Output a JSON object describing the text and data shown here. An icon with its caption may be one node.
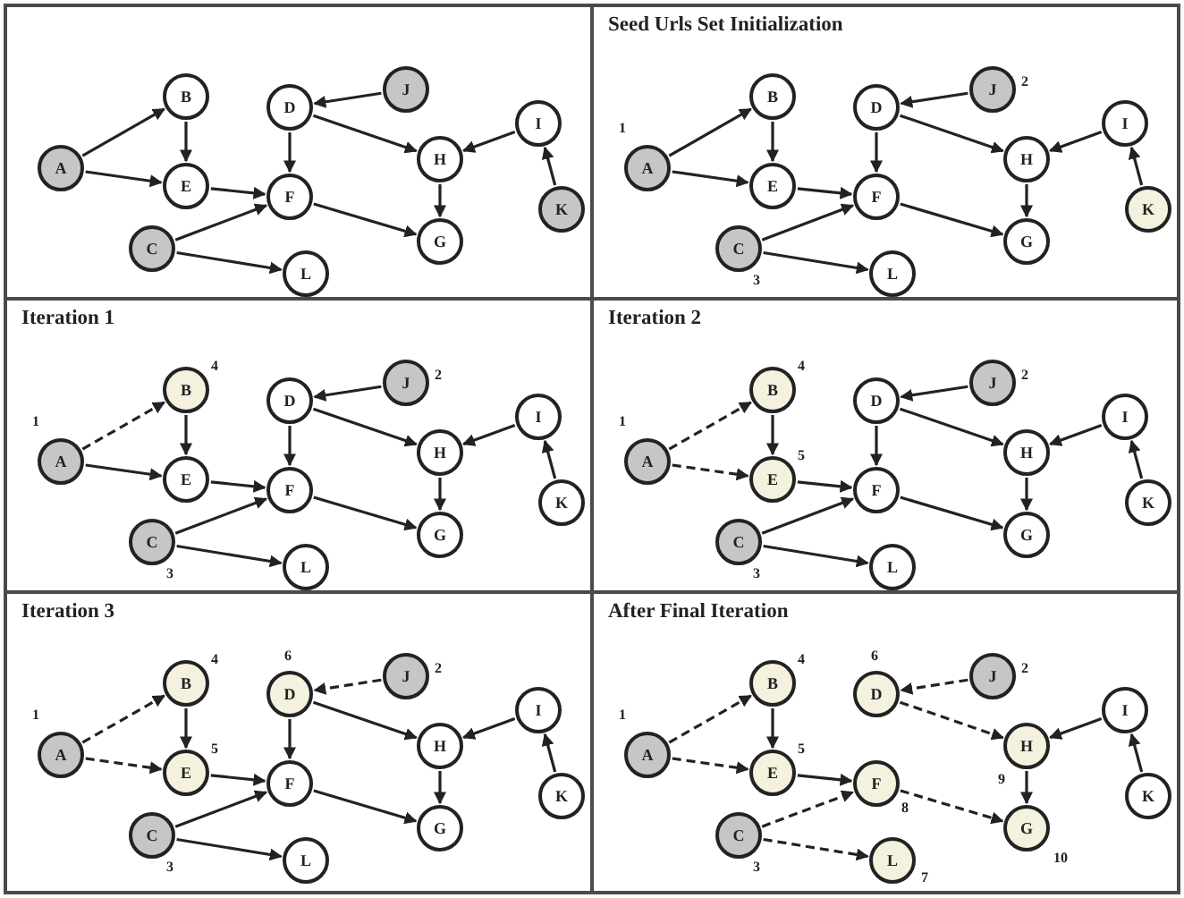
{
  "diagram": {
    "nodes": [
      {
        "text": [],
        "shape": "box"
      },
      {
        "text": [
          "A"
        ],
        "in": 0
      },
      {
        "text": [
          "B"
        ],
        "in": 0
      },
      {
        "text": [
          "C"
        ],
        "in": 0
      },
      {
        "text": [
          "D"
        ],
        "in": 0
      },
      {
        "text": [
          "E"
        ],
        "in": 0
      },
      {
        "text": [
          "F"
        ],
        "in": 0
      },
      {
        "text": [
          "G"
        ],
        "in": 0
      },
      {
        "text": [
          "H"
        ],
        "in": 0
      },
      {
        "text": [
          "I"
        ],
        "in": 0
      },
      {
        "text": [
          "J"
        ],
        "in": 0
      },
      {
        "text": [
          "K"
        ],
        "in": 0
      },
      {
        "text": [
          "L"
        ],
        "in": 0
      },
      {
        "text": [
          "Seed Urls Set Initialization"
        ]
      },
      {
        "text": [
          "A"
        ],
        "in": 13,
        "beside": [
          "1"
        ]
      },
      {
        "text": [
          "B"
        ],
        "in": 13
      },
      {
        "text": [
          "C"
        ],
        "in": 13,
        "beside": [
          "3"
        ]
      },
      {
        "text": [
          "D"
        ],
        "in": 13
      },
      {
        "text": [
          "E"
        ],
        "in": 13
      },
      {
        "text": [
          "F"
        ],
        "in": 13
      },
      {
        "text": [
          "G"
        ],
        "in": 13
      },
      {
        "text": [
          "H"
        ],
        "in": 13
      },
      {
        "text": [
          "I"
        ],
        "in": 13
      },
      {
        "text": [
          "J"
        ],
        "in": 13,
        "beside": [
          "2"
        ]
      },
      {
        "text": [
          "K"
        ],
        "in": 13
      },
      {
        "text": [
          "L"
        ],
        "in": 13
      },
      {
        "text": [
          "Iteration 1"
        ]
      },
      {
        "text": [
          "A"
        ],
        "in": 26,
        "beside": [
          "1"
        ]
      },
      {
        "text": [
          "B"
        ],
        "in": 26,
        "beside": [
          "4"
        ]
      },
      {
        "text": [
          "C"
        ],
        "in": 26,
        "beside": [
          "3"
        ]
      },
      {
        "text": [
          "D"
        ],
        "in": 26
      },
      {
        "text": [
          "E"
        ],
        "in": 26
      },
      {
        "text": [
          "F"
        ],
        "in": 26
      },
      {
        "text": [
          "G"
        ],
        "in": 26
      },
      {
        "text": [
          "H"
        ],
        "in": 26
      },
      {
        "text": [
          "I"
        ],
        "in": 26
      },
      {
        "text": [
          "J"
        ],
        "in": 26,
        "beside": [
          "2"
        ]
      },
      {
        "text": [
          "K"
        ],
        "in": 26
      },
      {
        "text": [
          "L"
        ],
        "in": 26
      },
      {
        "text": [
          "Iteration 2"
        ]
      },
      {
        "text": [
          "A"
        ],
        "in": 39,
        "beside": [
          "1"
        ]
      },
      {
        "text": [
          "B"
        ],
        "in": 39,
        "beside": [
          "4"
        ]
      },
      {
        "text": [
          "C"
        ],
        "in": 39,
        "beside": [
          "3"
        ]
      },
      {
        "text": [
          "D"
        ],
        "in": 39
      },
      {
        "text": [
          "E"
        ],
        "in": 39,
        "beside": [
          "5"
        ]
      },
      {
        "text": [
          "F"
        ],
        "in": 39
      },
      {
        "text": [
          "G"
        ],
        "in": 39
      },
      {
        "text": [
          "H"
        ],
        "in": 39
      },
      {
        "text": [
          "I"
        ],
        "in": 39
      },
      {
        "text": [
          "J"
        ],
        "in": 39,
        "beside": [
          "2"
        ]
      },
      {
        "text": [
          "K"
        ],
        "in": 39
      },
      {
        "text": [
          "L"
        ],
        "in": 39
      },
      {
        "text": [
          "Iteration 3"
        ]
      },
      {
        "text": [
          "A"
        ],
        "in": 52,
        "beside": [
          "1"
        ]
      },
      {
        "text": [
          "B"
        ],
        "in": 52,
        "beside": [
          "4"
        ]
      },
      {
        "text": [
          "C"
        ],
        "in": 52,
        "beside": [
          "3"
        ]
      },
      {
        "text": [
          "D"
        ],
        "in": 52,
        "beside": [
          "6"
        ]
      },
      {
        "text": [
          "E"
        ],
        "in": 52,
        "beside": [
          "5"
        ]
      },
      {
        "text": [
          "F"
        ],
        "in": 52
      },
      {
        "text": [
          "G"
        ],
        "in": 52
      },
      {
        "text": [
          "H"
        ],
        "in": 52
      },
      {
        "text": [
          "I"
        ],
        "in": 52
      },
      {
        "text": [
          "J"
        ],
        "in": 52,
        "beside": [
          "2"
        ]
      },
      {
        "text": [
          "K"
        ],
        "in": 52
      },
      {
        "text": [
          "L"
        ],
        "in": 52
      },
      {
        "text": [
          "After Final Iteration"
        ]
      },
      {
        "text": [
          "A"
        ],
        "in": 65,
        "beside": [
          "1"
        ]
      },
      {
        "text": [
          "B"
        ],
        "in": 65,
        "beside": [
          "4"
        ]
      },
      {
        "text": [
          "C"
        ],
        "in": 65,
        "beside": [
          "3"
        ]
      },
      {
        "text": [
          "D"
        ],
        "in": 65,
        "beside": [
          "6"
        ]
      },
      {
        "text": [
          "E"
        ],
        "in": 65,
        "beside": [
          "5"
        ]
      },
      {
        "text": [
          "F"
        ],
        "in": 65,
        "beside": [
          "8"
        ]
      },
      {
        "text": [
          "G"
        ],
        "in": 65,
        "beside": [
          "10"
        ]
      },
      {
        "text": [
          "H"
        ],
        "in": 65,
        "beside": [
          "9"
        ]
      },
      {
        "text": [
          "I"
        ],
        "in": 65
      },
      {
        "text": [
          "J"
        ],
        "in": 65,
        "beside": [
          "2"
        ]
      },
      {
        "text": [
          "K"
        ],
        "in": 65
      },
      {
        "text": [
          "L"
        ],
        "in": 65,
        "beside": [
          "7"
        ]
      }
    ],
    "edges": [
      {
        "from": 1,
        "to": 2,
        "arrow": "to"
      },
      {
        "from": 1,
        "to": 5,
        "arrow": "to"
      },
      {
        "from": 2,
        "to": 5,
        "arrow": "to"
      },
      {
        "from": 5,
        "to": 6,
        "arrow": "to"
      },
      {
        "from": 3,
        "to": 6,
        "arrow": "to"
      },
      {
        "from": 3,
        "to": 12,
        "arrow": "to"
      },
      {
        "from": 4,
        "to": 6,
        "arrow": "to"
      },
      {
        "from": 4,
        "to": 8,
        "arrow": "to"
      },
      {
        "from": 10,
        "to": 4,
        "arrow": "to"
      },
      {
        "from": 6,
        "to": 7,
        "arrow": "to"
      },
      {
        "from": 8,
        "to": 7,
        "arrow": "to"
      },
      {
        "from": 9,
        "to": 8,
        "arrow": "to"
      },
      {
        "from": 11,
        "to": 9,
        "arrow": "to"
      },
      {
        "from": 14,
        "to": 15,
        "arrow": "to"
      },
      {
        "from": 14,
        "to": 18,
        "arrow": "to"
      },
      {
        "from": 15,
        "to": 18,
        "arrow": "to"
      },
      {
        "from": 18,
        "to": 19,
        "arrow": "to"
      },
      {
        "from": 16,
        "to": 19,
        "arrow": "to"
      },
      {
        "from": 16,
        "to": 25,
        "arrow": "to"
      },
      {
        "from": 17,
        "to": 19,
        "arrow": "to"
      },
      {
        "from": 17,
        "to": 21,
        "arrow": "to"
      },
      {
        "from": 23,
        "to": 17,
        "arrow": "to"
      },
      {
        "from": 19,
        "to": 20,
        "arrow": "to"
      },
      {
        "from": 21,
        "to": 20,
        "arrow": "to"
      },
      {
        "from": 22,
        "to": 21,
        "arrow": "to"
      },
      {
        "from": 24,
        "to": 22,
        "arrow": "to"
      },
      {
        "from": 27,
        "to": 28,
        "arrow": "to",
        "style": "dashed"
      },
      {
        "from": 27,
        "to": 31,
        "arrow": "to"
      },
      {
        "from": 28,
        "to": 31,
        "arrow": "to"
      },
      {
        "from": 31,
        "to": 32,
        "arrow": "to"
      },
      {
        "from": 29,
        "to": 32,
        "arrow": "to"
      },
      {
        "from": 29,
        "to": 38,
        "arrow": "to"
      },
      {
        "from": 30,
        "to": 32,
        "arrow": "to"
      },
      {
        "from": 30,
        "to": 34,
        "arrow": "to"
      },
      {
        "from": 36,
        "to": 30,
        "arrow": "to"
      },
      {
        "from": 32,
        "to": 33,
        "arrow": "to"
      },
      {
        "from": 34,
        "to": 33,
        "arrow": "to"
      },
      {
        "from": 35,
        "to": 34,
        "arrow": "to"
      },
      {
        "from": 37,
        "to": 35,
        "arrow": "to"
      },
      {
        "from": 40,
        "to": 41,
        "arrow": "to",
        "style": "dashed"
      },
      {
        "from": 40,
        "to": 44,
        "arrow": "to",
        "style": "dashed"
      },
      {
        "from": 41,
        "to": 44,
        "arrow": "to"
      },
      {
        "from": 44,
        "to": 45,
        "arrow": "to"
      },
      {
        "from": 42,
        "to": 45,
        "arrow": "to"
      },
      {
        "from": 42,
        "to": 51,
        "arrow": "to"
      },
      {
        "from": 43,
        "to": 45,
        "arrow": "to"
      },
      {
        "from": 43,
        "to": 47,
        "arrow": "to"
      },
      {
        "from": 49,
        "to": 43,
        "arrow": "to"
      },
      {
        "from": 45,
        "to": 46,
        "arrow": "to"
      },
      {
        "from": 47,
        "to": 46,
        "arrow": "to"
      },
      {
        "from": 48,
        "to": 47,
        "arrow": "to"
      },
      {
        "from": 50,
        "to": 48,
        "arrow": "to"
      },
      {
        "from": 53,
        "to": 54,
        "arrow": "to",
        "style": "dashed"
      },
      {
        "from": 53,
        "to": 57,
        "arrow": "to",
        "style": "dashed"
      },
      {
        "from": 54,
        "to": 57,
        "arrow": "to"
      },
      {
        "from": 57,
        "to": 58,
        "arrow": "to"
      },
      {
        "from": 55,
        "to": 58,
        "arrow": "to"
      },
      {
        "from": 55,
        "to": 64,
        "arrow": "to"
      },
      {
        "from": 56,
        "to": 58,
        "arrow": "to"
      },
      {
        "from": 56,
        "to": 60,
        "arrow": "to"
      },
      {
        "from": 62,
        "to": 56,
        "arrow": "to",
        "style": "dashed"
      },
      {
        "from": 58,
        "to": 59,
        "arrow": "to"
      },
      {
        "from": 60,
        "to": 59,
        "arrow": "to"
      },
      {
        "from": 61,
        "to": 60,
        "arrow": "to"
      },
      {
        "from": 63,
        "to": 61,
        "arrow": "to"
      },
      {
        "from": 66,
        "to": 67,
        "arrow": "to",
        "style": "dashed"
      },
      {
        "from": 66,
        "to": 70,
        "arrow": "to",
        "style": "dashed"
      },
      {
        "from": 67,
        "to": 70,
        "arrow": "to"
      },
      {
        "from": 70,
        "to": 71,
        "arrow": "to"
      },
      {
        "from": 68,
        "to": 71,
        "arrow": "to",
        "style": "dashed"
      },
      {
        "from": 68,
        "to": 77,
        "arrow": "to",
        "style": "dashed"
      },
      {
        "from": 69,
        "to": 73,
        "arrow": "to",
        "style": "dashed"
      },
      {
        "from": 75,
        "to": 69,
        "arrow": "to",
        "style": "dashed"
      },
      {
        "from": 71,
        "to": 72,
        "arrow": "to",
        "style": "dashed"
      },
      {
        "from": 73,
        "to": 72,
        "arrow": "to"
      },
      {
        "from": 74,
        "to": 73,
        "arrow": "to"
      },
      {
        "from": 76,
        "to": 74,
        "arrow": "to"
      }
    ]
  }
}
